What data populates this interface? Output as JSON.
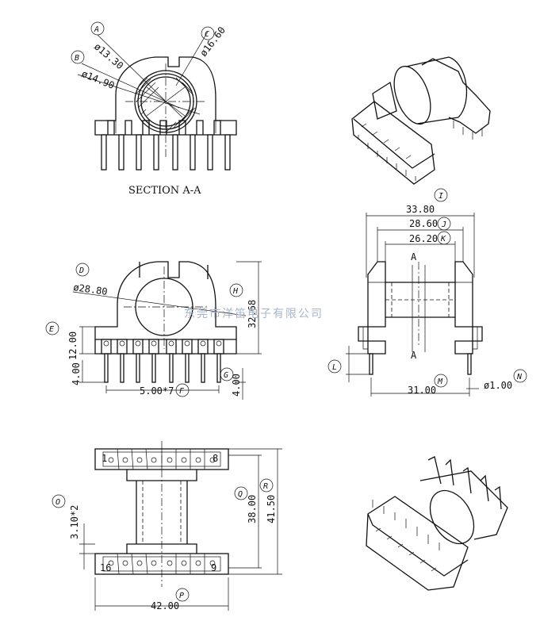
{
  "section_caption": "SECTION A-A",
  "watermark": "东莞市洋笛电子有限公司",
  "reference_letters": [
    "A",
    "B",
    "C",
    "D",
    "E",
    "F",
    "G",
    "H",
    "I",
    "J",
    "K",
    "L",
    "M",
    "N",
    "O",
    "P",
    "Q",
    "R"
  ],
  "dimensions": {
    "A": "ø13.30",
    "B": "ø14.90",
    "C": "ø16.60",
    "D": "ø28.80",
    "E": "12.00",
    "F": "5.00*7",
    "G": "4.00",
    "G2": "4.00",
    "H": "32.68",
    "I": "33.80",
    "J": "28.60",
    "K": "26.20",
    "M": "31.00",
    "N": "ø1.00",
    "O": "3.10*2",
    "P": "42.00",
    "Q": "38.00",
    "R": "41.50"
  },
  "section_marks": {
    "top": "A",
    "bottom": "A"
  },
  "pin_numbers": {
    "top_left": "1",
    "top_right": "8",
    "bottom_left": "16",
    "bottom_right": "9"
  }
}
